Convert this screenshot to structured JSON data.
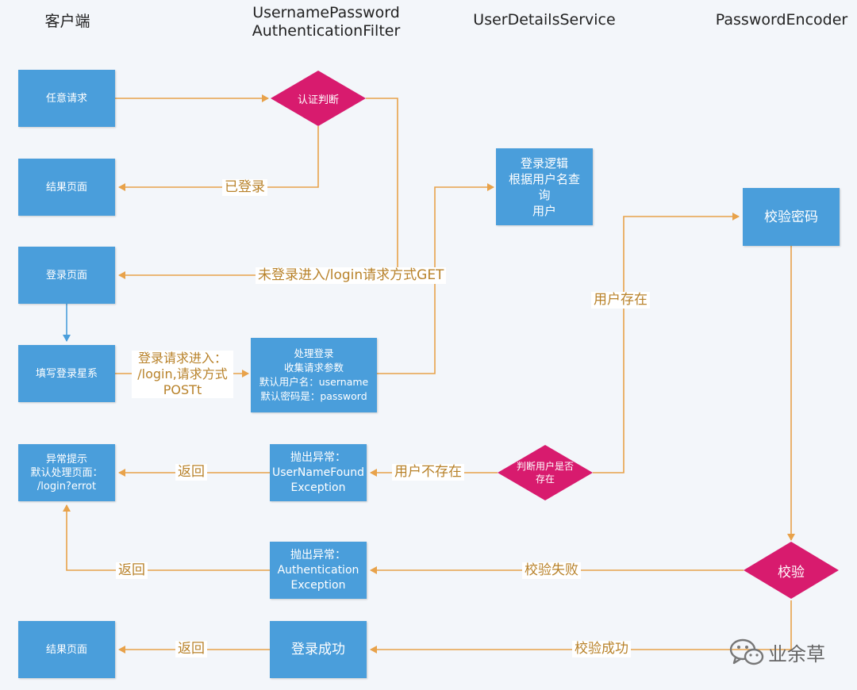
{
  "lanes": {
    "client": [
      "客户端"
    ],
    "filter": [
      "UsernamePassword",
      "AuthenticationFilter"
    ],
    "uds": [
      "UserDetailsService"
    ],
    "encoder": [
      "PasswordEncoder"
    ]
  },
  "nodes": {
    "any_request": [
      "任意请求"
    ],
    "result_page_top": [
      "结果页面"
    ],
    "login_page": [
      "登录页面"
    ],
    "fill_login": [
      "填写登录星系"
    ],
    "handle_login": [
      "处理登录",
      "收集请求参数",
      "默认用户名：username",
      "默认密码是：password"
    ],
    "login_logic": [
      "登录逻辑",
      "根据用户名查",
      "询",
      "用户"
    ],
    "verify_password": [
      "校验密码"
    ],
    "error_page": [
      "异常提示",
      "默认处理页面：",
      "/login?errot"
    ],
    "throw_not_found": [
      "抛出异常：",
      "UserNameFound",
      "Exception"
    ],
    "throw_auth": [
      "抛出异常：",
      "Authentication",
      "Exception"
    ],
    "login_success": [
      "登录成功"
    ],
    "result_page_bottom": [
      "结果页面"
    ]
  },
  "decisions": {
    "auth_check": [
      "认证判断"
    ],
    "user_exists": [
      "判断用户是否",
      "存在"
    ],
    "verify": [
      "校验"
    ]
  },
  "edge_labels": {
    "logged_in": "已登录",
    "not_logged_in": "未登录进入/login请求方式GET",
    "login_post": [
      "登录请求进入：",
      "/login,请求方式",
      "POSTt"
    ],
    "user_exists": "用户存在",
    "user_not_exists": "用户不存在",
    "return1": "返回",
    "verify_fail": "校验失败",
    "return2": "返回",
    "verify_success": "校验成功",
    "return3": "返回"
  },
  "watermark": "业余草",
  "colors": {
    "background": "#f3f6fa",
    "box": "#4a9edb",
    "diamond": "#d81b6e",
    "edge": "#e8a24a",
    "edge_blue": "#4a9edb",
    "label_text": "#b8822a"
  }
}
